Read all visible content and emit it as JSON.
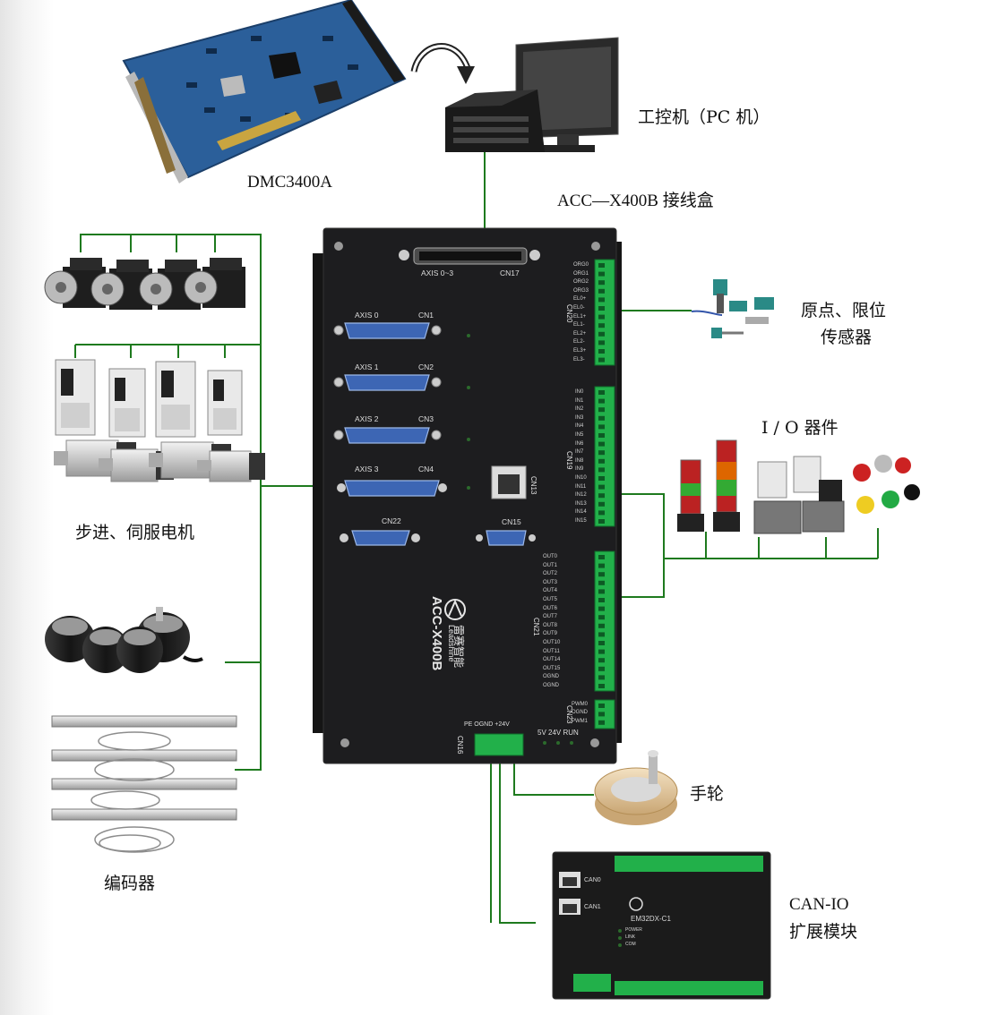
{
  "labels": {
    "card": "DMC3400A",
    "pc": "工控机（PC 机）",
    "box": "ACC—X400B 接线盒",
    "sensor_line1": "原点、限位",
    "sensor_line2": "传感器",
    "io": "I / O 器件",
    "motor": "步进、伺服电机",
    "handwheel": "手轮",
    "canio_line1": "CAN-IO",
    "canio_line2": "扩展模块",
    "encoder": "编码器"
  },
  "controller": {
    "top_connector_left": "AXIS  0~3",
    "top_connector_right": "CN17",
    "ports": [
      {
        "axis": "AXIS 0",
        "cn": "CN1"
      },
      {
        "axis": "AXIS 1",
        "cn": "CN2"
      },
      {
        "axis": "AXIS 2",
        "cn": "CN3"
      },
      {
        "axis": "AXIS 3",
        "cn": "CN4"
      }
    ],
    "cn22": "CN22",
    "cn15": "CN15",
    "cn13": "CN13",
    "cn20": "CN20",
    "cn19": "CN19",
    "cn21": "CN21",
    "cn23": "CN23",
    "cn16": "CN16",
    "model": "ACC-X400B",
    "brand_cn": "雷赛智能",
    "brand_en": "Leadshine",
    "power_label": "PE OGND +24V",
    "status_label": "5V 24V RUN",
    "cn20_pins": [
      "ORG0",
      "ORG1",
      "ORG2",
      "ORG3",
      "EL0+",
      "EL0-",
      "EL1+",
      "EL1-",
      "EL2+",
      "EL2-",
      "EL3+",
      "EL3-"
    ],
    "cn19_pins": [
      "IN0",
      "IN1",
      "IN2",
      "IN3",
      "IN4",
      "IN5",
      "IN6",
      "IN7",
      "IN8",
      "IN9",
      "IN10",
      "IN11",
      "IN12",
      "IN13",
      "IN14",
      "IN15"
    ],
    "cn21_pins": [
      "OUT0",
      "OUT1",
      "OUT2",
      "OUT3",
      "OUT4",
      "OUT5",
      "OUT6",
      "OUT7",
      "OUT8",
      "OUT9",
      "OUT10",
      "OUT11",
      "OUT14",
      "OUT15",
      "OGND",
      "OGND"
    ],
    "cn23_pins": [
      "PWM0",
      "OGND",
      "PWM1"
    ]
  },
  "canio_module": {
    "model": "EM32DX-C1",
    "port0": "CAN0",
    "port1": "CAN1",
    "status": [
      "POWER",
      "LINK",
      "COM"
    ]
  },
  "colors": {
    "wire": "#1e7a1e",
    "terminal": "#22b04a",
    "controller_body": "#1d1d1f",
    "pcb": "#2b5f9a",
    "dsub": "#3d66b4"
  }
}
